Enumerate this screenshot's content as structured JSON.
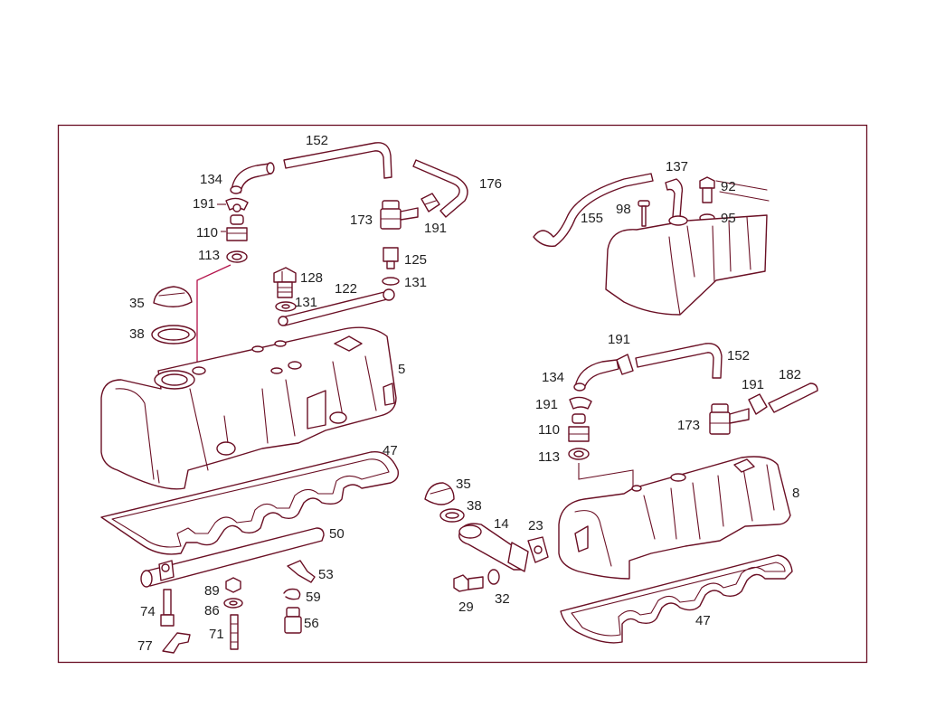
{
  "diagram": {
    "callouts": {
      "c152a": "152",
      "c134a": "134",
      "c191a": "191",
      "c110a": "110",
      "c113a": "113",
      "c176": "176",
      "c173a": "173",
      "c191b": "191",
      "c125": "125",
      "c128": "128",
      "c131a": "131",
      "c131b": "131",
      "c122": "122",
      "c35a": "35",
      "c38a": "38",
      "c5": "5",
      "c47a": "47",
      "c50": "50",
      "c53": "53",
      "c89": "89",
      "c59": "59",
      "c86": "86",
      "c56": "56",
      "c74": "74",
      "c71": "71",
      "c77": "77",
      "c137": "137",
      "c92": "92",
      "c98": "98",
      "c155": "155",
      "c95": "95",
      "c191c": "191",
      "c152b": "152",
      "c134b": "134",
      "c191d": "191",
      "c182": "182",
      "c191e": "191",
      "c110b": "110",
      "c173b": "173",
      "c113b": "113",
      "c8": "8",
      "c35b": "35",
      "c38b": "38",
      "c14": "14",
      "c23": "23",
      "c29": "29",
      "c32": "32",
      "c47b": "47"
    }
  }
}
